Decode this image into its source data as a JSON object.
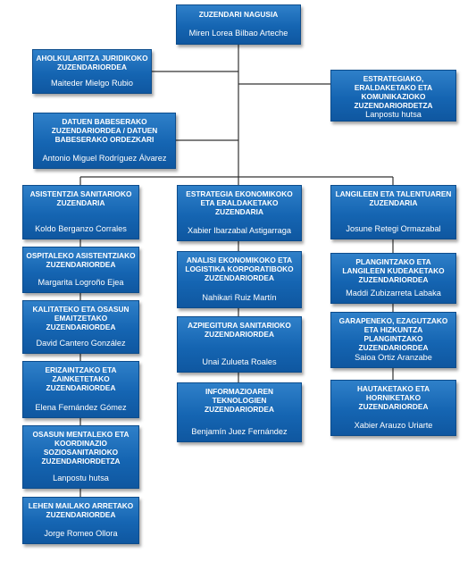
{
  "nodes": {
    "director": {
      "title": "ZUZENDARI NAGUSIA",
      "person": "Miren Lorea Bilbao Arteche"
    },
    "legal": {
      "title": "AHOLKULARITZA JURIDIKOKO ZUZENDARIORDEA",
      "person": "Maiteder Mielgo Rubio"
    },
    "strategy": {
      "title": "ESTRATEGIAKO, ERALDAKETAKO ETA KOMUNIKAZIOKO ZUZENDARIORDETZA",
      "person": "Lanpostu hutsa"
    },
    "dataprotection": {
      "title": "DATUEN BABESERAKO ZUZENDARIORDEA / DATUEN BABESERAKO ORDEZKARI",
      "person": "Antonio Miguel Rodríguez Álvarez"
    },
    "healthcare": {
      "title": "ASISTENTZIA SANITARIOKO ZUZENDARIA",
      "person": "Koldo Berganzo Corrales"
    },
    "economic": {
      "title": "ESTRATEGIA EKONOMIKOKO ETA ERALDAKETAKO ZUZENDARIA",
      "person": "Xabier Ibarzabal Astigarraga"
    },
    "people": {
      "title": "LANGILEEN ETA TALENTUAREN ZUZENDARIA",
      "person": "Josune Retegi Ormazabal"
    },
    "hospital": {
      "title": "OSPITALEKO ASISTENTZIAKO ZUZENDARIORDEA",
      "person": "Margarita Logroño Ejea"
    },
    "quality": {
      "title": "KALITATEKO ETA OSASUN EMAITZETAKO ZUZENDARIORDEA",
      "person": "David Cantero González"
    },
    "nursing": {
      "title": "ERIZAINTZAKO ETA ZAINKETETAKO ZUZENDARIORDEA",
      "person": "Elena Fernández Gómez"
    },
    "mentalhealth": {
      "title": "OSASUN MENTALEKO ETA KOORDINAZIO SOZIOSANITARIOKO ZUZENDARIORDETZA",
      "person": "Lanpostu hutsa"
    },
    "primarycare": {
      "title": "LEHEN MAILAKO ARRETAKO ZUZENDARIORDEA",
      "person": "Jorge Romeo Ollora"
    },
    "logistics": {
      "title": "ANALISI EKONOMIKOKO ETA LOGISTIKA KORPORATIBOKO ZUZENDARIORDEA",
      "person": "Nahikari Ruiz Martín"
    },
    "infrastructure": {
      "title": "AZPIEGITURA SANITARIOKO ZUZENDARIORDEA",
      "person": "Unai Zulueta Roales"
    },
    "it": {
      "title": "INFORMAZIOAREN TEKNOLOGIEN ZUZENDARIORDEA",
      "person": "Benjamín Juez Fernández"
    },
    "planning": {
      "title": "PLANGINTZAKO ETA LANGILEEN KUDEAKETAKO ZUZENDARIORDEA",
      "person": "Maddi Zubizarreta Labaka"
    },
    "gender": {
      "title": "GARAPENEKO, EZAGUTZAKO ETA HIZKUNTZA PLANGINTZAKO ZUZENDARIORDEA",
      "person": "Saioa Ortiz Aranzabe"
    },
    "recruitment": {
      "title": "HAUTAKETAKO ETA HORNIKETAKO ZUZENDARIORDEA",
      "person": "Xabier Arauzo Uriarte"
    }
  },
  "colors": {
    "box": "#1565b2",
    "line": "#333333"
  }
}
